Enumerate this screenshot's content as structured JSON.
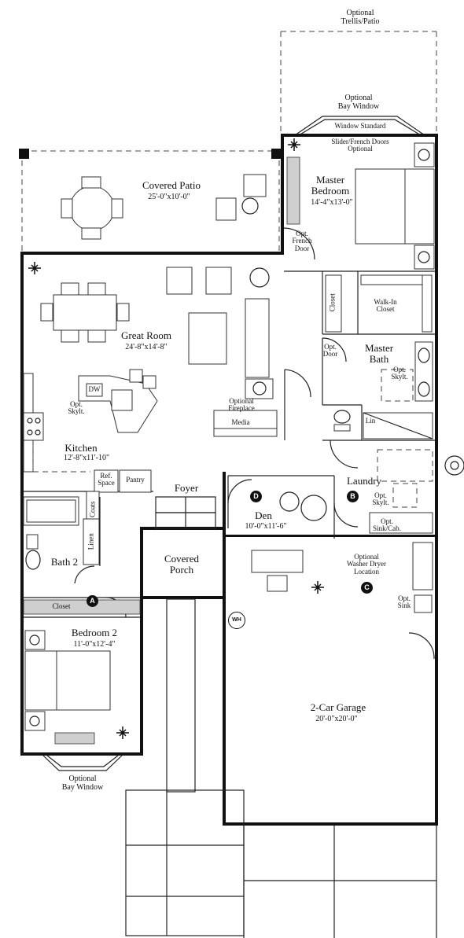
{
  "labels": {
    "trellis": "Optional\nTrellis/Patio",
    "bay_window_top": "Optional\nBay Window",
    "window_standard": "Window Standard",
    "slider_doors": "Slider/French Doors\nOptional",
    "covered_patio": "Covered Patio",
    "covered_patio_dim": "25'-0\"x10'-0\"",
    "master_bedroom": "Master\nBedroom",
    "master_bedroom_dim": "14'-4\"x13'-0\"",
    "opt_french_door": "Opt.\nFrench\nDoor",
    "closet_master": "Closet",
    "walk_in_closet": "Walk-In\nCloset",
    "great_room": "Great Room",
    "great_room_dim": "24'-8\"x14'-8\"",
    "opt_door": "Opt.\nDoor",
    "master_bath": "Master\nBath",
    "opt_skylt_bath": "Opt.\nSkylt.",
    "dw": "DW",
    "opt_skylt_kitchen": "Opt.\nSkylt.",
    "optional_fireplace": "Optional\nFireplace",
    "media": "Media",
    "lin": "Lin",
    "kitchen": "Kitchen",
    "kitchen_dim": "12'-8\"x11'-10\"",
    "ref_space": "Ref.\nSpace",
    "pantry": "Pantry",
    "foyer": "Foyer",
    "laundry": "Laundry",
    "opt_skylt_laundry": "Opt.\nSkylt.",
    "coats": "Coats",
    "den": "Den",
    "den_dim": "10'-0\"x11'-6\"",
    "opt_sink_cab": "Opt.\nSink/Cab.",
    "linen": "Linen",
    "bath2": "Bath 2",
    "covered_porch": "Covered\nPorch",
    "optional_washer_dryer": "Optional\nWasher Dryer\nLocation",
    "closet_bed2": "Closet",
    "opt_sink_garage": "Opt.\nSink",
    "wh": "WH",
    "bedroom2": "Bedroom 2",
    "bedroom2_dim": "11'-0\"x12'-4\"",
    "garage": "2-Car Garage",
    "garage_dim": "20'-0\"x20'-0\"",
    "bay_window_bottom": "Optional\nBay Window"
  },
  "markers": {
    "a": "A",
    "b": "B",
    "c": "C",
    "d": "D"
  }
}
